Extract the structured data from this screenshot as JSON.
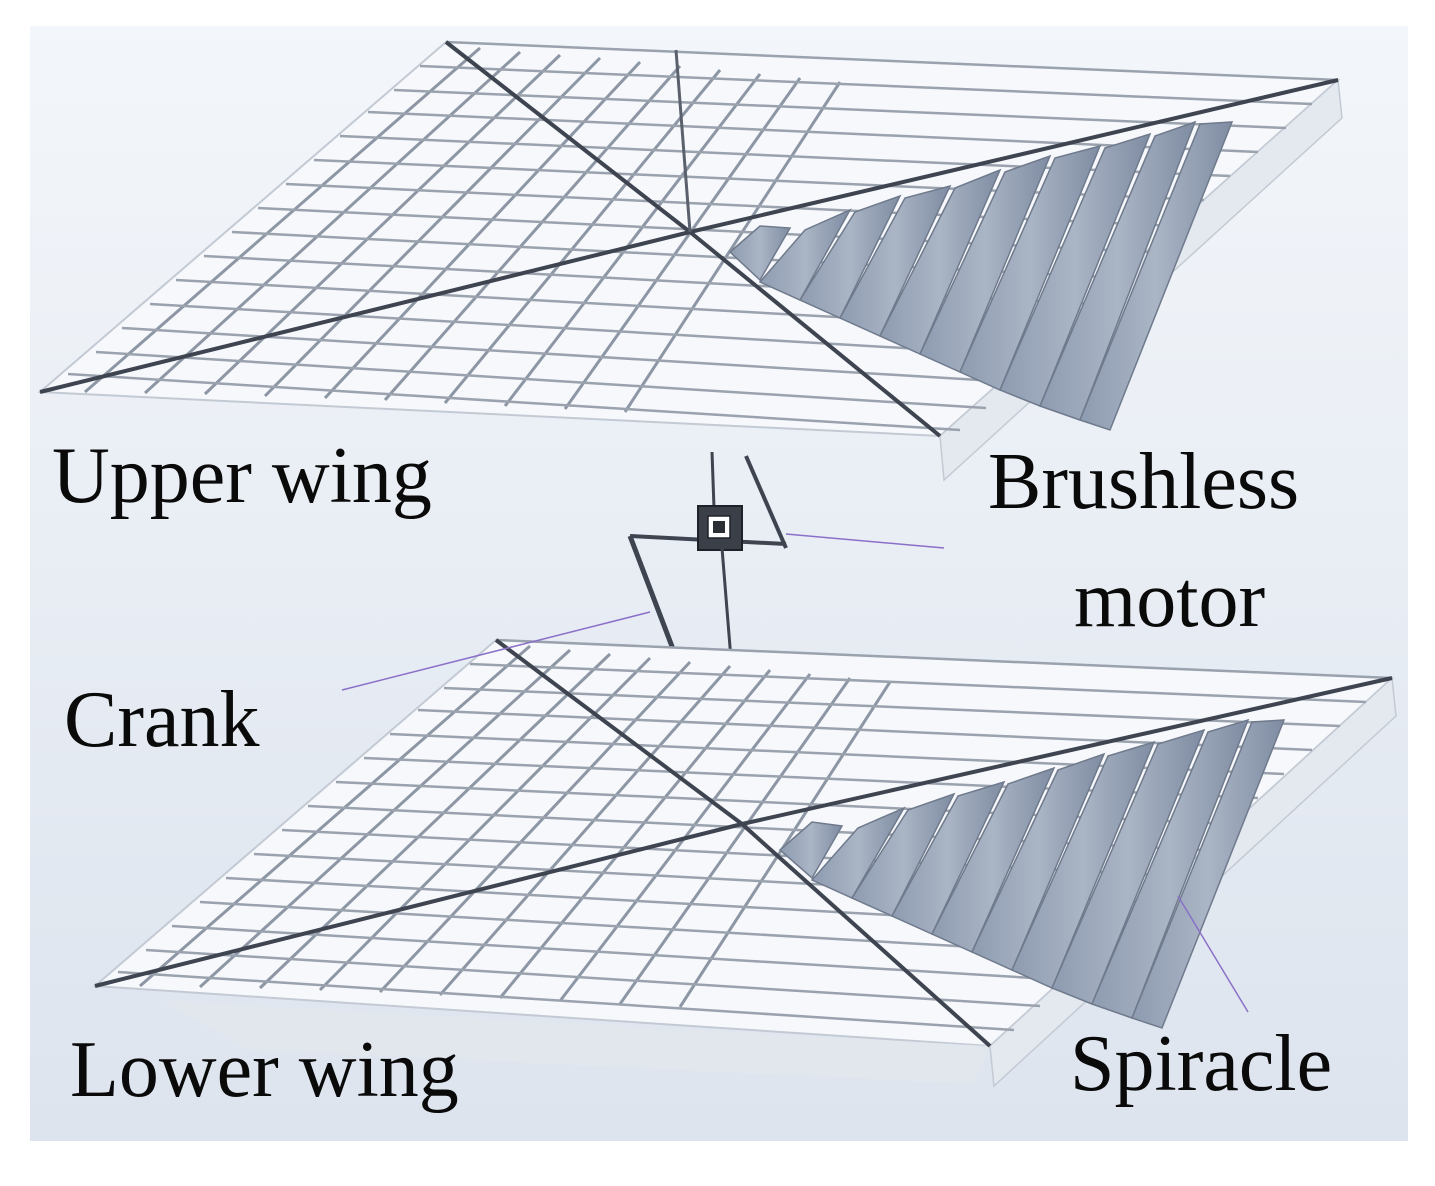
{
  "labels": {
    "upper_wing": "Upper wing",
    "brushless_motor_line1": "Brushless",
    "brushless_motor_line2": "motor",
    "crank": "Crank",
    "lower_wing": "Lower wing",
    "spiracle": "Spiracle"
  },
  "colors": {
    "background": "#e9eef5",
    "wire": "#4a4f5a",
    "rib": "#8d96a4",
    "louver": "#9aa6b8",
    "leader": "#8a70c8"
  }
}
